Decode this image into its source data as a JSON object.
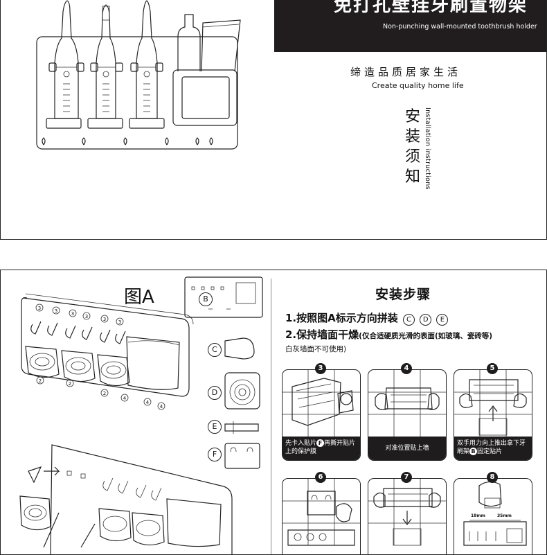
{
  "header": {
    "title_cn": "免打孔壁挂牙刷置物架",
    "title_en": "Non-punching wall-mounted toothbrush holder"
  },
  "slogan": {
    "cn": "缔造品质居家生活",
    "en": "Create quality home life"
  },
  "install": {
    "cn": "安装须知",
    "en": "Installation instructions"
  },
  "figure_a": {
    "label": "图A",
    "parts": [
      "B",
      "C",
      "D",
      "E",
      "F"
    ],
    "slot_numbers": [
      "3",
      "3",
      "3",
      "3",
      "3",
      "3"
    ],
    "cup_numbers": [
      "2",
      "2",
      "2"
    ],
    "bottom_numbers": [
      "4",
      "4",
      "4"
    ]
  },
  "steps": {
    "title": "安装步骤",
    "step1_text": "1.按照图A标示方向拼装",
    "step1_parts": [
      "C",
      "D",
      "E"
    ],
    "step2_text": "2.保持墙面干燥",
    "step2_note": "(仅合适硬质光滑的表面(如玻璃、瓷砖等)",
    "step2_note_line2": "白灰墙面不可使用)",
    "cards": [
      {
        "number": "3",
        "caption_pre": "先卡入贴片",
        "caption_badge": "F",
        "caption_post": "再撕开贴片上的保护膜"
      },
      {
        "number": "4",
        "caption": "对准位置贴上墙"
      },
      {
        "number": "5",
        "caption_pre": "双手用力向上推出拿下牙刷架",
        "caption_badge": "B",
        "caption_post": "固定贴片"
      },
      {
        "number": "6"
      },
      {
        "number": "7"
      },
      {
        "number": "8",
        "dimensions": [
          "18mm",
          "35mm"
        ]
      }
    ]
  }
}
